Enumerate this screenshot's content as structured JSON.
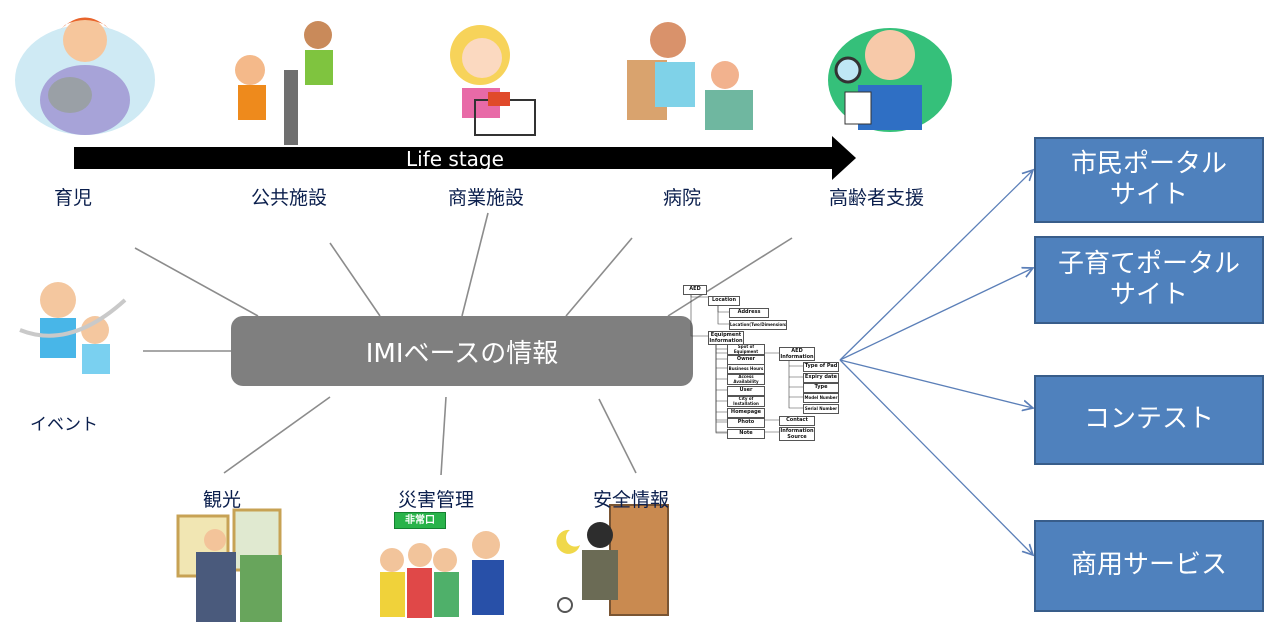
{
  "life_stage": {
    "label": "Life stage",
    "stages": [
      "育児",
      "公共施設",
      "商業施設",
      "病院",
      "高齢者支援"
    ]
  },
  "hub": {
    "label": "IMIベースの情報"
  },
  "side_labels": {
    "event": "イベント",
    "tourism": "観光",
    "disaster": "災害管理",
    "safety": "安全情報"
  },
  "exit_sign": "非常口",
  "targets": [
    "市民ポータル\nサイト",
    "子育てポータル\nサイト",
    "コンテスト",
    "商用サービス"
  ],
  "schema": {
    "root": "AED",
    "location": "Location",
    "address": "Address",
    "location_detail": "Location(Two/Dimensional Coordinates)Coordinate",
    "equipment_info": "Equipment Information",
    "equipment_fields": [
      "Spot of Equipment",
      "Owner",
      "Business Hours",
      "Access Availability",
      "User",
      "City of Installation",
      "Homepage",
      "Photo",
      "Note"
    ],
    "aed_info": "AED Information",
    "aed_fields": [
      "Type of Pad",
      "Expiry date",
      "Type",
      "Model Number",
      "Serial Number"
    ],
    "contact": "Contact",
    "info_source": "Information Source"
  },
  "colors": {
    "arrow": "#000000",
    "hub": "#7f7f7f",
    "target": "#4f81bd",
    "target_border": "#385d8a",
    "connector": "#808080",
    "target_line": "#5b7fb8",
    "label_text": "#0b1f4d"
  }
}
